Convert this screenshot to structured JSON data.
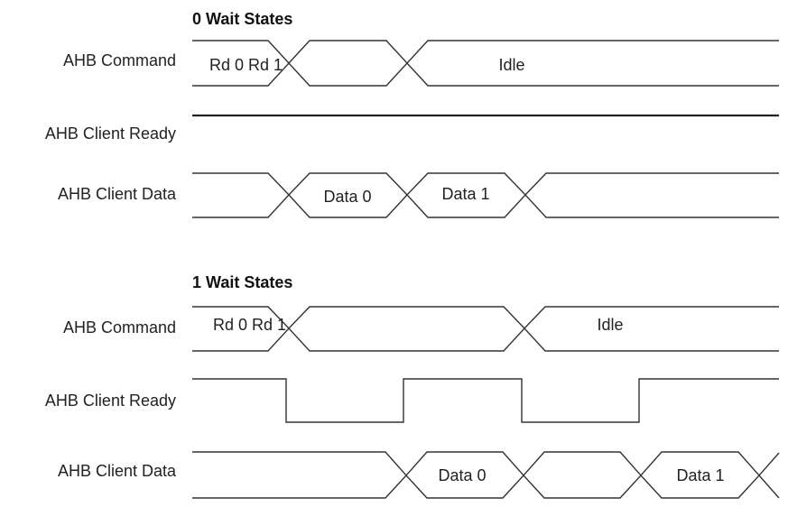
{
  "sections": [
    {
      "title": "0 Wait States",
      "signals": {
        "command": {
          "label": "AHB Command",
          "values": [
            "Rd 0 Rd 1",
            "Idle"
          ]
        },
        "ready": {
          "label": "AHB Client Ready"
        },
        "data": {
          "label": "AHB Client Data",
          "values": [
            "Data 0",
            "Data 1"
          ]
        }
      }
    },
    {
      "title": "1 Wait States",
      "signals": {
        "command": {
          "label": "AHB Command",
          "values": [
            "Rd 0 Rd 1",
            "Idle"
          ]
        },
        "ready": {
          "label": "AHB Client Ready"
        },
        "data": {
          "label": "AHB Client Data",
          "values": [
            "Data 0",
            "Data 1"
          ]
        }
      }
    }
  ],
  "colors": {
    "line": "#333333",
    "text": "#222222",
    "background": "#ffffff"
  }
}
